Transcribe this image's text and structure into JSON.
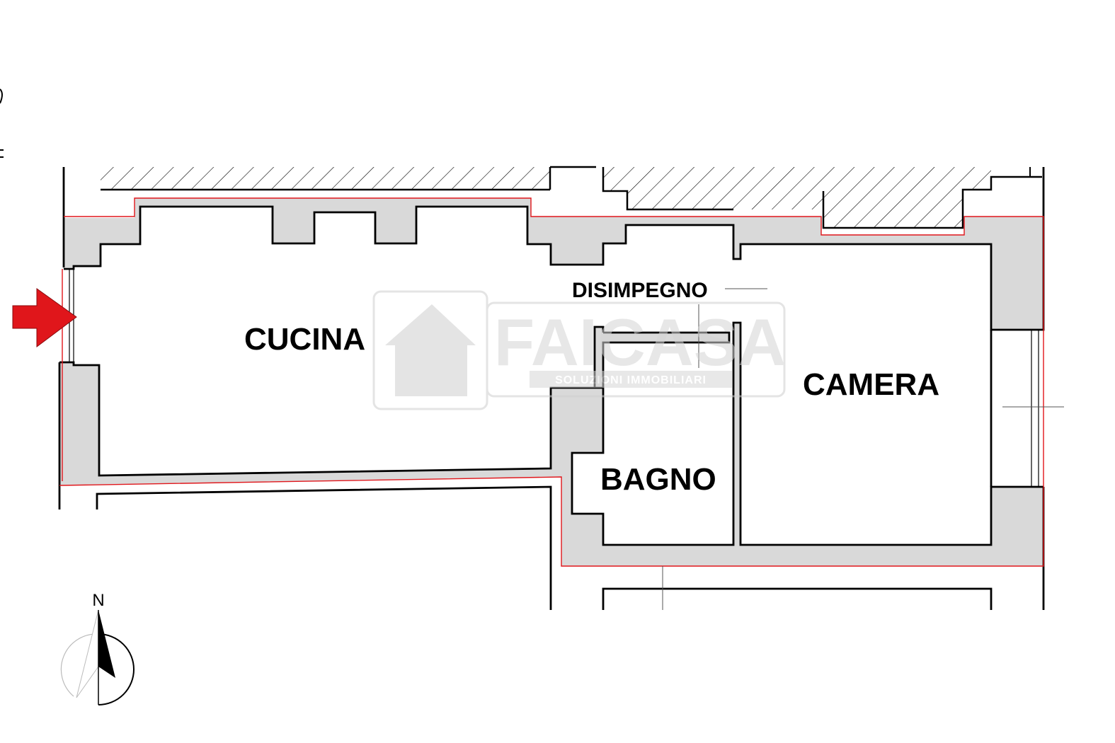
{
  "rooms": {
    "cucina": "CUCINA",
    "disimpegno": "DISIMPEGNO",
    "camera": "CAMERA",
    "bagno": "BAGNO"
  },
  "watermark": {
    "brand": "FAICASA",
    "tagline": "SOLUZIONI IMMOBILIARI"
  },
  "compass": {
    "label": "N"
  },
  "colors": {
    "wall_fill": "#d9d9d9",
    "wall_stroke": "#000000",
    "boundary": "#e0161b",
    "entrance_arrow": "#e0161b",
    "watermark": "#cfcfcf"
  }
}
